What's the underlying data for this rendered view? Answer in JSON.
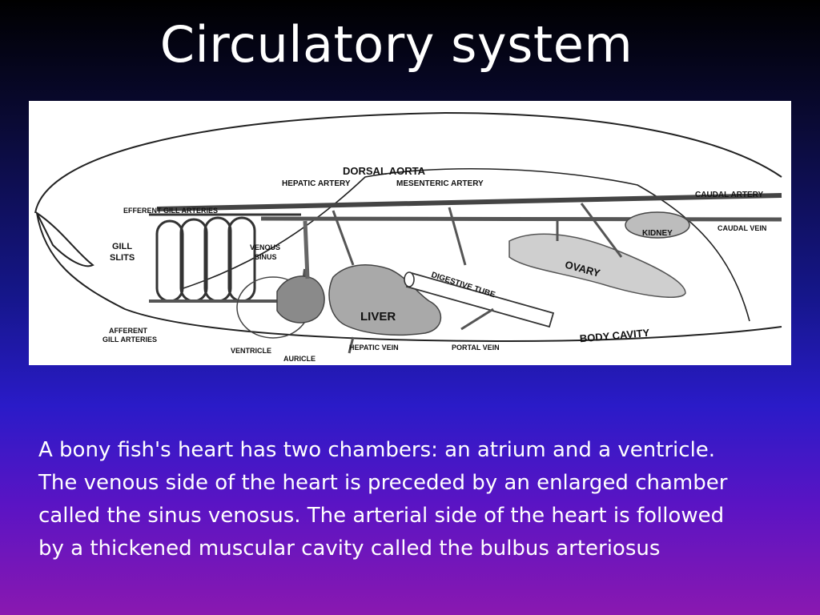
{
  "slide": {
    "title": "Circulatory system",
    "paragraph_lines": [
      "A bony fish's heart has two chambers: an atrium and a ventricle.",
      "The venous side of the heart is preceded by an enlarged chamber",
      "called the sinus venosus. The arterial side of the heart is followed",
      "by a thickened muscular cavity called the bulbus arteriosus"
    ]
  },
  "diagram": {
    "labels": {
      "dorsal_aorta": "DORSAL AORTA",
      "hepatic_artery": "HEPATIC ARTERY",
      "mesenteric_artery": "MESENTERIC ARTERY",
      "caudal_artery": "CAUDAL ARTERY",
      "caudal_vein": "CAUDAL VEIN",
      "efferent_gill_arteries": "EFFERENT GILL ARTERIES",
      "gill_slits_1": "GILL",
      "gill_slits_2": "SLITS",
      "venous_sinus_1": "VENOUS",
      "venous_sinus_2": "SINUS",
      "kidney": "KIDNEY",
      "ovary": "OVARY",
      "digestive_tube": "DIGESTIVE TUBE",
      "liver": "LIVER",
      "body_cavity": "BODY CAVITY",
      "afferent_gill_arteries_1": "AFFERENT",
      "afferent_gill_arteries_2": "GILL ARTERIES",
      "ventricle": "VENTRICLE",
      "auricle": "AURICLE",
      "hepatic_vein": "HEPATIC VEIN",
      "portal_vein": "PORTAL VEIN"
    }
  }
}
